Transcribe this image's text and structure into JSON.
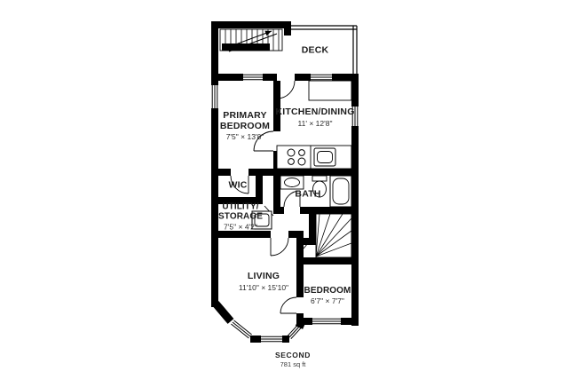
{
  "plan_title": {
    "floor": "SECOND",
    "area": "781 sq ft"
  },
  "rooms": {
    "deck": {
      "name": "DECK"
    },
    "primary_bedroom": {
      "line1": "PRIMARY",
      "line2": "BEDROOM",
      "dims": "7'5\" × 13'8\""
    },
    "kitchen_dining": {
      "name": "KITCHEN/DINING",
      "dims": "11' × 12'8\""
    },
    "wic": {
      "name": "WIC"
    },
    "bath": {
      "name": "BATH"
    },
    "utility_storage": {
      "line1": "UTILITY/",
      "line2": "STORAGE",
      "dims": "7'5\" × 4'2\""
    },
    "living": {
      "name": "LIVING",
      "dims": "11'10\" × 15'10\""
    },
    "bedroom": {
      "name": "BEDROOM",
      "dims": "6'7\" × 7'7\""
    }
  },
  "colors": {
    "wall": "#000000",
    "background": "#ffffff",
    "label": "#1d1d1d"
  }
}
